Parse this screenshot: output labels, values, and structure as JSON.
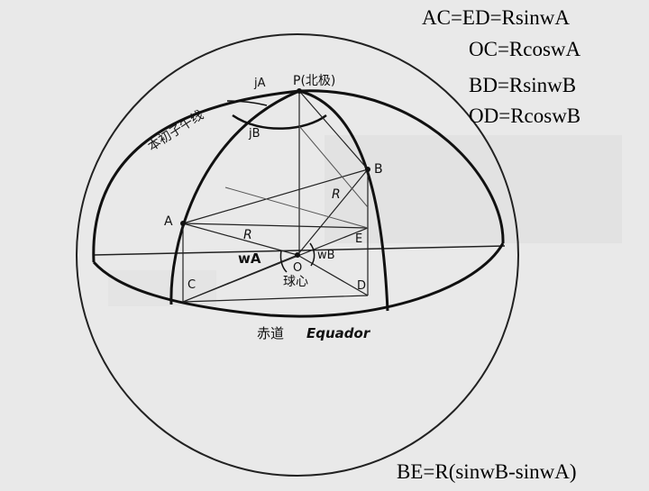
{
  "formulas": {
    "ac_ed": "AC=ED=RsinwA",
    "oc": "OC=RcoswA",
    "bd": "BD=RsinwB",
    "od": "OD=RcoswB",
    "be": "BE=R(sinwB-sinwA)"
  },
  "diagram": {
    "points": {
      "pole": "P(北极)",
      "a": "A",
      "b": "B",
      "c": "C",
      "d": "D",
      "e": "E",
      "o": "O"
    },
    "center_label": "球心",
    "radius_label_1": "R",
    "radius_label_2": "R",
    "angle_a": "wA",
    "angle_b": "wB",
    "angle_ja": "jA",
    "angle_jb": "jB",
    "meridian_label": "本初子午线",
    "equator_cn": "赤道",
    "equator_label": "Equador"
  }
}
